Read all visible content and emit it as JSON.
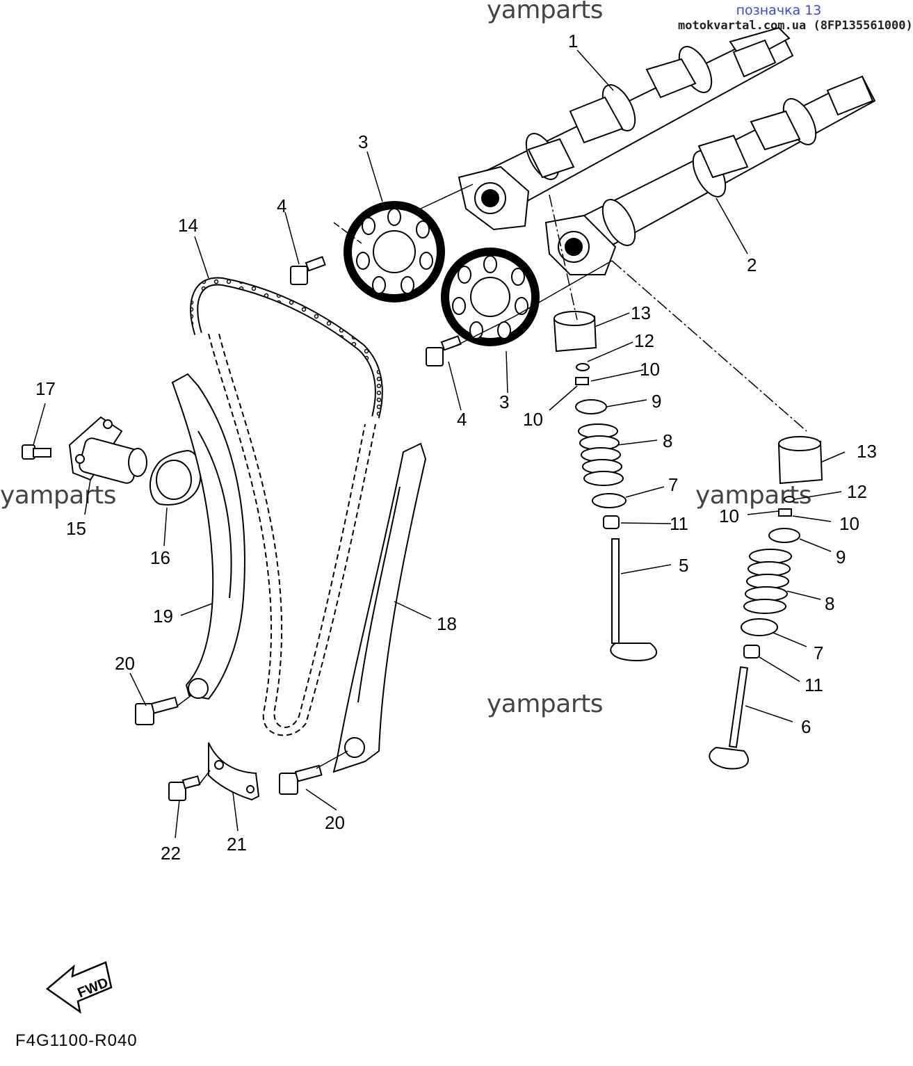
{
  "header": {
    "label": "позначка 13",
    "source": "motokvartal.com.ua (8FP135561000)"
  },
  "watermark": "yamparts",
  "diagram_code": "F4G1100-R040",
  "fwd_arrow_text": "FWD",
  "callouts": [
    "1",
    "2",
    "3",
    "3",
    "4",
    "4",
    "5",
    "6",
    "7",
    "7",
    "8",
    "8",
    "9",
    "9",
    "10",
    "10",
    "10",
    "10",
    "11",
    "11",
    "12",
    "12",
    "13",
    "13",
    "14",
    "15",
    "16",
    "17",
    "18",
    "19",
    "20",
    "20",
    "21",
    "22"
  ]
}
